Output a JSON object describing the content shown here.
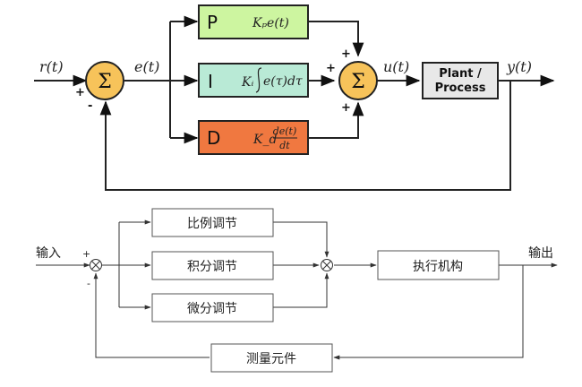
{
  "top": {
    "signals": {
      "r": "r(t)",
      "e": "e(t)",
      "u": "u(t)",
      "y": "y(t)"
    },
    "signs": {
      "sum1_plus": "+",
      "sum1_minus": "-",
      "sum2_plus_left": "+",
      "sum2_plus_top": "+",
      "sum2_plus_bottom": "+"
    },
    "sigma": "Σ",
    "blocks": {
      "p": {
        "letter": "P",
        "formula": "Kₚe(t)",
        "color": "#cdf5a0"
      },
      "i": {
        "letter": "I",
        "k": "Kᵢ",
        "formula": "e(τ)dτ",
        "color": "#b9ead6"
      },
      "d": {
        "letter": "D",
        "k": "K_d",
        "num": "de(t)",
        "den": "dt",
        "color": "#f07840"
      }
    },
    "plant": {
      "line1": "Plant /",
      "line2": "Process"
    },
    "colors": {
      "sum": "#f7c35a",
      "plant": "#e8e8e8"
    }
  },
  "bottom": {
    "input": "输入",
    "output": "输出",
    "blocks": [
      "比例调节",
      "积分调节",
      "微分调节"
    ],
    "actuator": "执行机构",
    "sensor": "测量元件",
    "plus": "+",
    "minus": "-"
  }
}
